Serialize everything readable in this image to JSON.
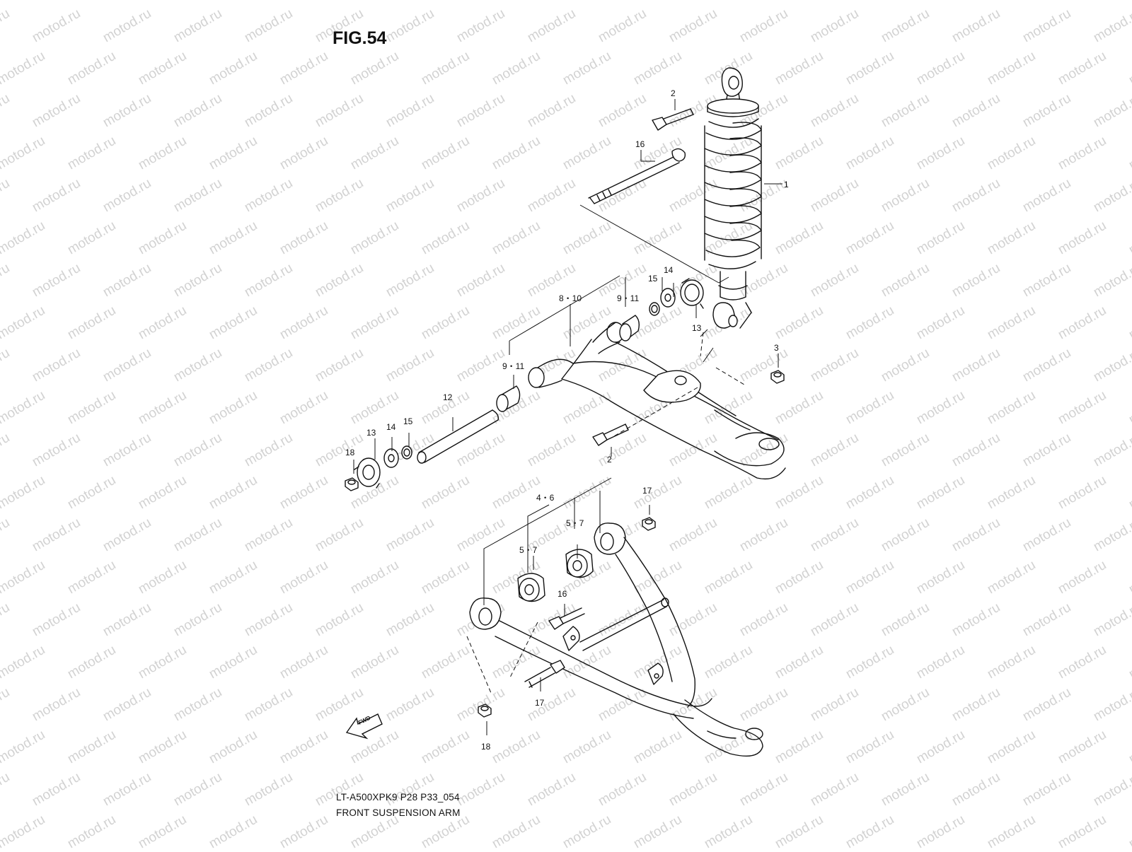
{
  "figure": {
    "title": "FIG.54",
    "code": "LT-A500XPK9 P28 P33_054",
    "name": "FRONT SUSPENSION ARM"
  },
  "watermark": {
    "text": "motod.ru",
    "color": "#d2d2d2"
  },
  "fwd_badge": "FWD",
  "callouts": {
    "c1": "1",
    "c2_top": "2",
    "c2_mid": "2",
    "c3": "3",
    "c16_top": "16",
    "c13_right": "13",
    "c14_right": "14",
    "c15_right": "15",
    "c8_10": "8・10",
    "c9_11_top": "9・11",
    "c9_11_left": "9・11",
    "c12": "12",
    "c13_left": "13",
    "c14_left": "14",
    "c15_left": "15",
    "c18_left": "18",
    "c4_6": "4・6",
    "c5_7_a": "5・7",
    "c5_7_b": "5・7",
    "c16_low": "16",
    "c17_top": "17",
    "c17_low": "17",
    "c18_low": "18"
  }
}
